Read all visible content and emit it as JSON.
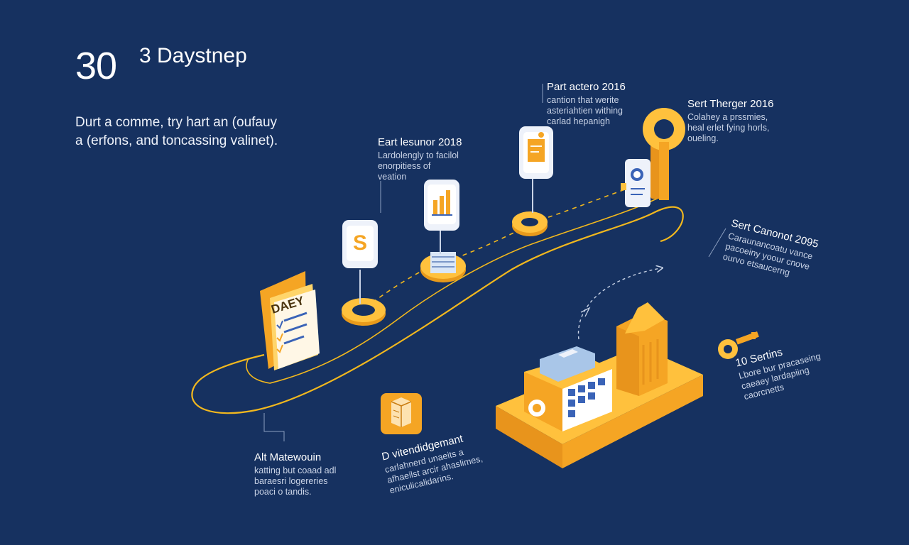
{
  "header": {
    "number": "30",
    "title": "3 Daystnep"
  },
  "intro": {
    "line1": "Durt a comme, try hart an (oufauy",
    "line2": "a (erfons, and toncassing valinet)."
  },
  "milestones": [
    {
      "title": "Alt Matewouin",
      "lines": [
        "katting but coaad adl",
        "baraesri logereries",
        "poaci o tandis."
      ]
    },
    {
      "title": "Eart lesunor 2018",
      "lines": [
        "Lardolengly to facilol",
        "enorpitiess of",
        "veation"
      ]
    },
    {
      "title": "Part actero 2016",
      "lines": [
        "cantion that werite",
        "asteriahtien withing",
        "carlad hepanigh"
      ]
    },
    {
      "title": "Sert Therger 2016",
      "lines": [
        "Colahey a prssmies,",
        "heal erlet fying horls,",
        "oueling."
      ]
    },
    {
      "title": "Sert Canonot 2095",
      "lines": [
        "Caraunancoatu vance",
        "pacoeiny yoour cnove",
        "ourvo etsaucerng"
      ]
    },
    {
      "title": "D vitendidgemant",
      "lines": [
        "carlahnerd unaeits a",
        "afhaeilst arcir ahaslimes,",
        "eniculicalidarins."
      ]
    },
    {
      "title": "10 Sertins",
      "lines": [
        "Lbore bur pracaseing",
        "caeaey lardapiing",
        "caorcnetts"
      ]
    }
  ],
  "icons": {
    "daily": "DAEY",
    "dollar": "S"
  },
  "colors": {
    "background": "#163160",
    "accent": "#f5a524",
    "accent_light": "#ffc94d",
    "line": "#f2b81e"
  }
}
